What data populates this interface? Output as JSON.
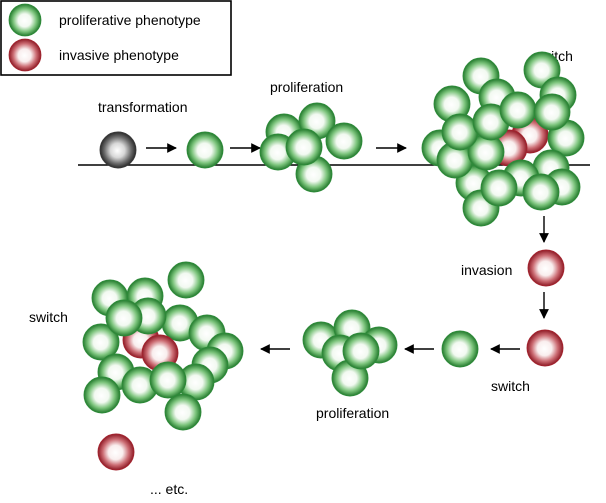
{
  "legend": {
    "proliferative": "proliferative phenotype",
    "invasive": "invasive phenotype"
  },
  "labels": {
    "transformation": "transformation",
    "proliferation_top": "proliferation",
    "switch_top": "switch",
    "invasion": "invasion",
    "switch_right": "switch",
    "proliferation_bottom": "proliferation",
    "switch_left": "switch",
    "etc": "... etc."
  },
  "colors": {
    "proliferative": "#2e8b3a",
    "invasive": "#a3242f",
    "transformed": "#3a3a3a",
    "line": "#000000"
  }
}
